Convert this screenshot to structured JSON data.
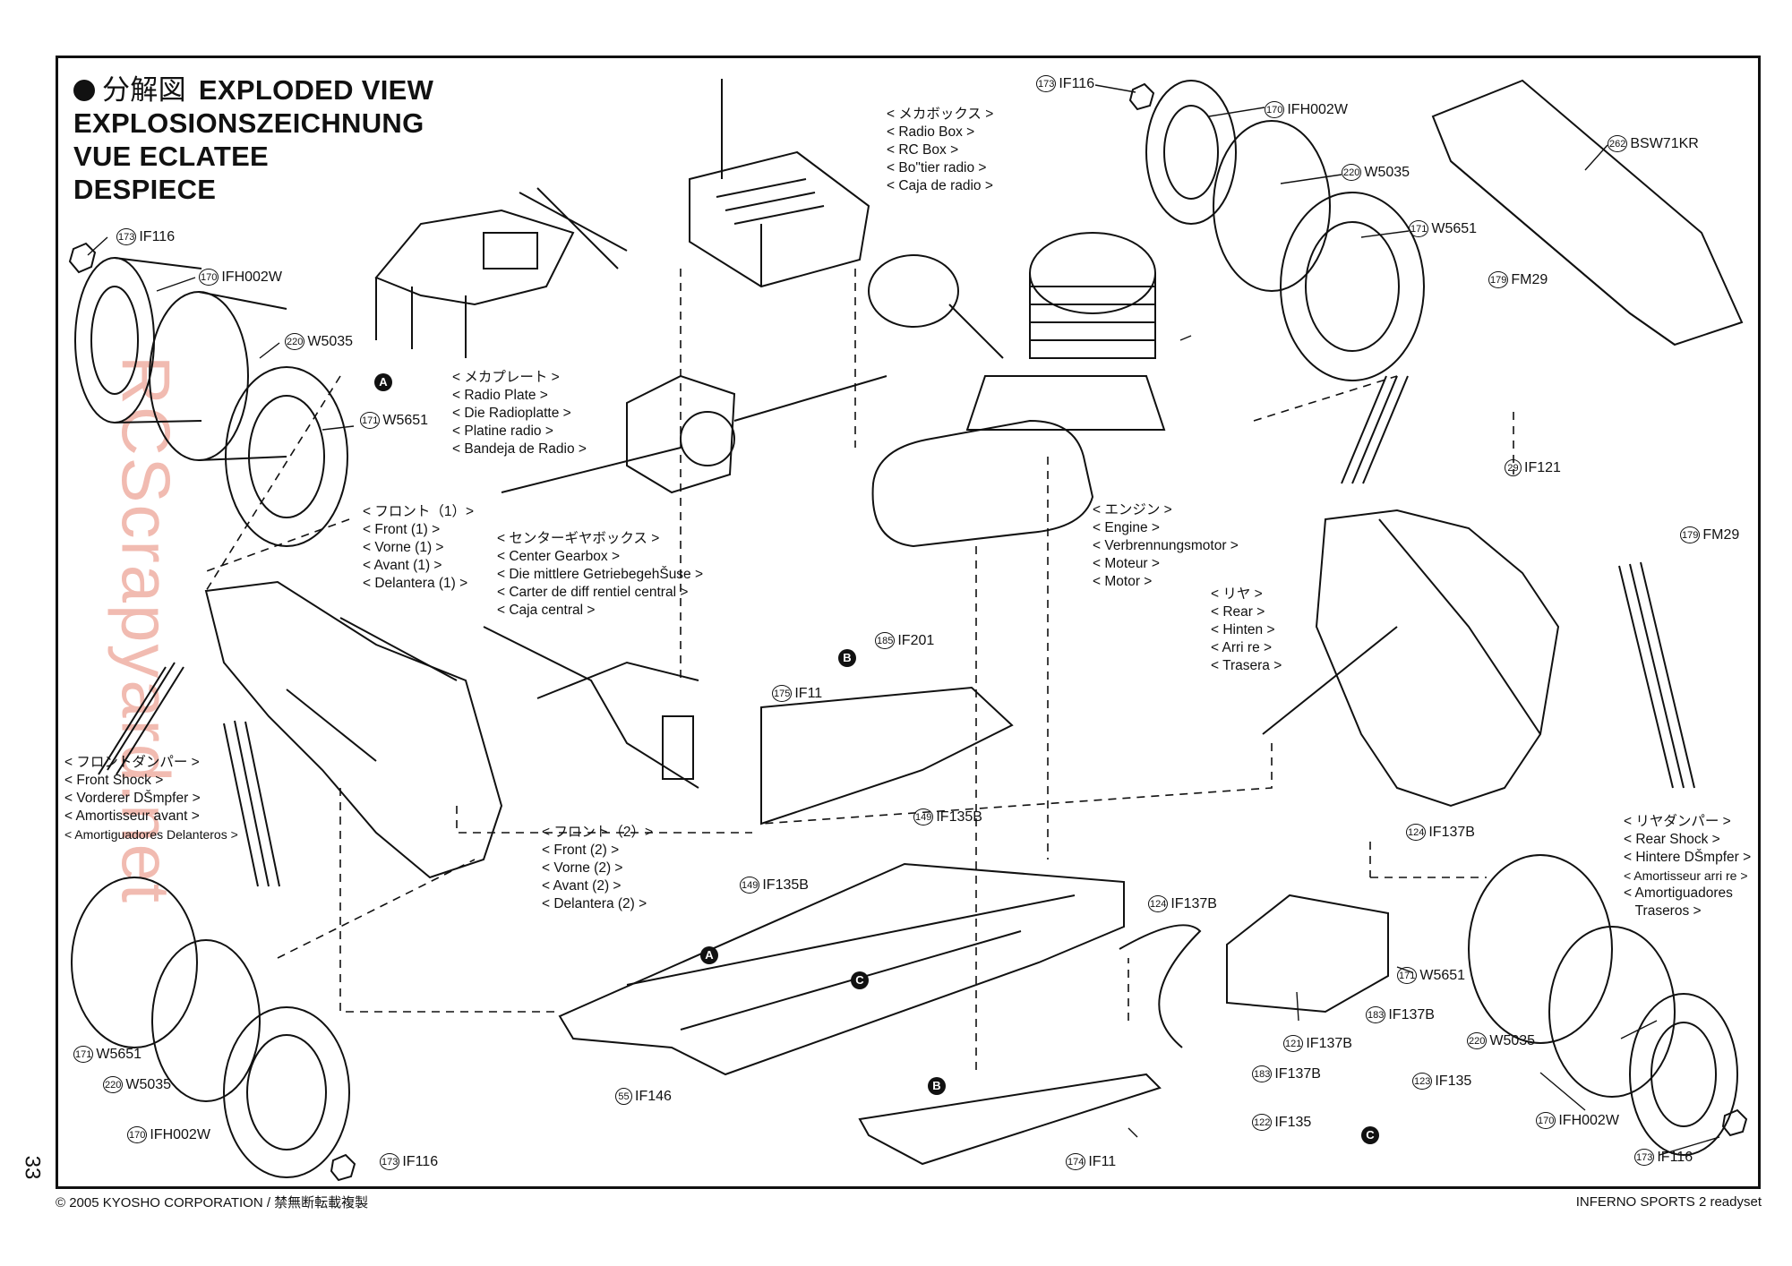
{
  "title": {
    "bullet_icon": "black-circle",
    "ja": "分解図",
    "en": "EXPLODED VIEW",
    "de": "EXPLOSIONSZEICHNUNG",
    "fr": "VUE ECLATEE",
    "es": "DESPIECE"
  },
  "labels": {
    "radio_box": [
      "< メカボックス >",
      "< Radio Box  >",
      "< RC Box >",
      "< Bo\"tier radio >",
      "< Caja de radio >"
    ],
    "radio_plate": [
      "< メカプレート >",
      "< Radio Plate  >",
      "< Die Radioplatte >",
      "< Platine radio  >",
      "< Bandeja de Radio >"
    ],
    "front1": [
      "< フロント（1）>",
      "< Front (1)  >",
      "< Vorne (1)  >",
      "< Avant (1) >",
      "< Delantera (1) >"
    ],
    "center_gearbox": [
      "< センターギヤボックス  >",
      "< Center Gearbox  >",
      "< Die mittlere GetriebegehŠuse >",
      "< Carter de diff rentiel central  >",
      "< Caja central >"
    ],
    "engine": [
      "< エンジン >",
      "< Engine >",
      "< Verbrennungsmotor  >",
      "< Moteur >",
      "< Motor >"
    ],
    "rear": [
      "< リヤ >",
      "< Rear >",
      "< Hinten >",
      "< Arri re  >",
      "< Trasera >"
    ],
    "front_shock": [
      "< フロントダンパー >",
      "< Front Shock  >",
      "< Vorderer DŠmpfer >",
      "< Amortisseur avant  >",
      "< Amortiguadores Delanteros >"
    ],
    "front2": [
      "< フロント（2）>",
      "< Front (2)  >",
      "< Vorne (2)  >",
      "< Avant (2) >",
      "< Delantera (2) >"
    ],
    "rear_shock": [
      "< リヤダンパー >",
      "< Rear Shock  >",
      "< Hintere DŠmpfer >",
      "< Amortisseur arri re  >",
      "< Amortiguadores",
      "   Traseros >"
    ]
  },
  "parts": {
    "p_if116_tl": {
      "num": "173",
      "code": "IF116"
    },
    "p_ifh002w_tl": {
      "num": "170",
      "code": "IFH002W"
    },
    "p_w5035_tl": {
      "num": "220",
      "code": "W5035"
    },
    "p_w5651_tl": {
      "num": "171",
      "code": "W5651"
    },
    "p_if116_tc": {
      "num": "173",
      "code": "IF116"
    },
    "p_ifh002w_tr": {
      "num": "170",
      "code": "IFH002W"
    },
    "p_w5035_tr": {
      "num": "220",
      "code": "W5035"
    },
    "p_w5651_tr": {
      "num": "171",
      "code": "W5651"
    },
    "p_bsw71kr": {
      "num": "262",
      "code": "BSW71KR"
    },
    "p_fm29_a": {
      "num": "179",
      "code": "FM29"
    },
    "p_if121": {
      "num": "29",
      "code": "IF121"
    },
    "p_fm29_b": {
      "num": "179",
      "code": "FM29"
    },
    "p_if201": {
      "num": "185",
      "code": "IF201"
    },
    "p_if11_top": {
      "num": "175",
      "code": "IF11"
    },
    "p_if135b_a": {
      "num": "149",
      "code": "IF135B"
    },
    "p_if135b_b": {
      "num": "149",
      "code": "IF135B"
    },
    "p_if137b_a": {
      "num": "124",
      "code": "IF137B"
    },
    "p_if137b_b": {
      "num": "124",
      "code": "IF137B"
    },
    "p_if137b_c": {
      "num": "121",
      "code": "IF137B"
    },
    "p_if137b_d": {
      "num": "183",
      "code": "IF137B"
    },
    "p_if137b_e": {
      "num": "183",
      "code": "IF137B"
    },
    "p_if135_a": {
      "num": "122",
      "code": "IF135"
    },
    "p_if135_b": {
      "num": "123",
      "code": "IF135"
    },
    "p_w5651_br": {
      "num": "171",
      "code": "W5651"
    },
    "p_w5035_br": {
      "num": "220",
      "code": "W5035"
    },
    "p_ifh002w_br": {
      "num": "170",
      "code": "IFH002W"
    },
    "p_if116_br": {
      "num": "173",
      "code": "IF116"
    },
    "p_w5651_bl": {
      "num": "171",
      "code": "W5651"
    },
    "p_w5035_bl": {
      "num": "220",
      "code": "W5035"
    },
    "p_ifh002w_bl": {
      "num": "170",
      "code": "IFH002W"
    },
    "p_if116_bl": {
      "num": "173",
      "code": "IF116"
    },
    "p_if146": {
      "num": "55",
      "code": "IF146"
    },
    "p_if11_bot": {
      "num": "174",
      "code": "IF11"
    }
  },
  "markers": {
    "a1": "A",
    "a2": "A",
    "b1": "B",
    "b2": "B",
    "c1": "C",
    "c2": "C"
  },
  "watermark": "RCScrapyard.net",
  "page_number": "33",
  "footer_left": "© 2005 KYOSHO CORPORATION / 禁無断転載複製",
  "footer_right": "INFERNO SPORTS 2 readyset",
  "colors": {
    "line": "#111111",
    "watermark": "#efb0a4"
  }
}
